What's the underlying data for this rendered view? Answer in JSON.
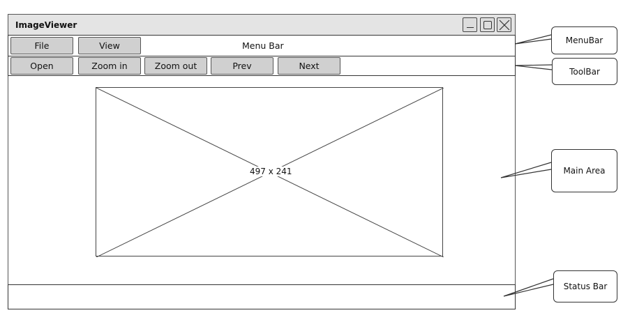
{
  "window": {
    "title": "ImageViewer",
    "controls": [
      "minimize-icon",
      "maximize-icon",
      "close-icon"
    ]
  },
  "menubar": {
    "items": [
      {
        "label": "File"
      },
      {
        "label": "View"
      }
    ],
    "caption": "Menu Bar"
  },
  "toolbar": {
    "items": [
      {
        "label": "Open"
      },
      {
        "label": "Zoom in"
      },
      {
        "label": "Zoom out"
      },
      {
        "label": "Prev"
      },
      {
        "label": "Next"
      }
    ]
  },
  "main": {
    "image_placeholder": "497 x 241"
  },
  "annotations": {
    "menubar": "MenuBar",
    "toolbar": "ToolBar",
    "main": "Main Area",
    "statusbar": "Status Bar"
  }
}
